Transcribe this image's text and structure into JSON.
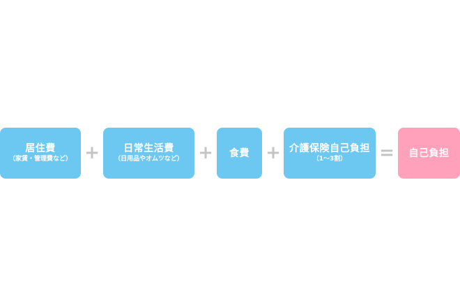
{
  "colors": {
    "box_blue": "#6cc8f1",
    "box_pink": "#ffa1bb",
    "operator_gray": "#c4c4c4"
  },
  "items": [
    {
      "main": "居住費",
      "sub": "（家賃・管理費など）"
    },
    {
      "main": "日常生活費",
      "sub": "（日用品やオムツなど）"
    },
    {
      "main": "食費",
      "sub": ""
    },
    {
      "main": "介護保険自己負担",
      "sub": "（1〜3割）"
    }
  ],
  "operators": [
    "+",
    "+",
    "+",
    "="
  ],
  "result": {
    "main": "自己負担"
  }
}
